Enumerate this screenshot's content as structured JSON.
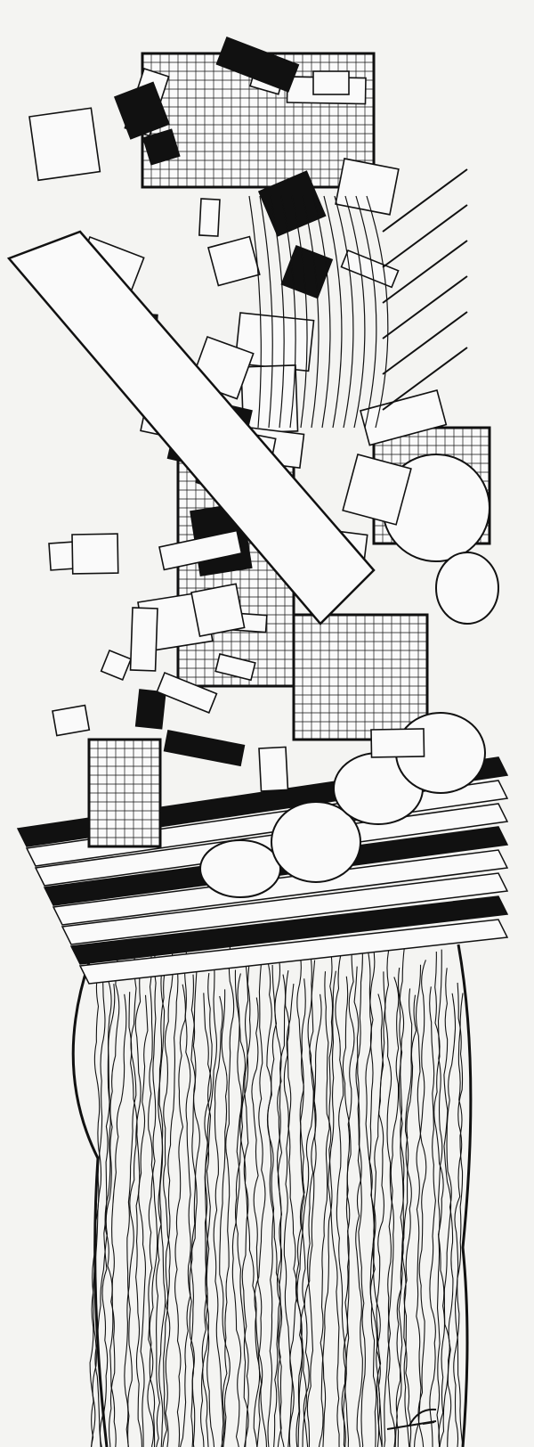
{
  "artwork": {
    "colors": {
      "paper": "#f4f4f2",
      "ink": "#111111",
      "fill_white": "#fafafa"
    },
    "tower_strands": 70,
    "spheres": 6,
    "grid_panels": 5
  }
}
